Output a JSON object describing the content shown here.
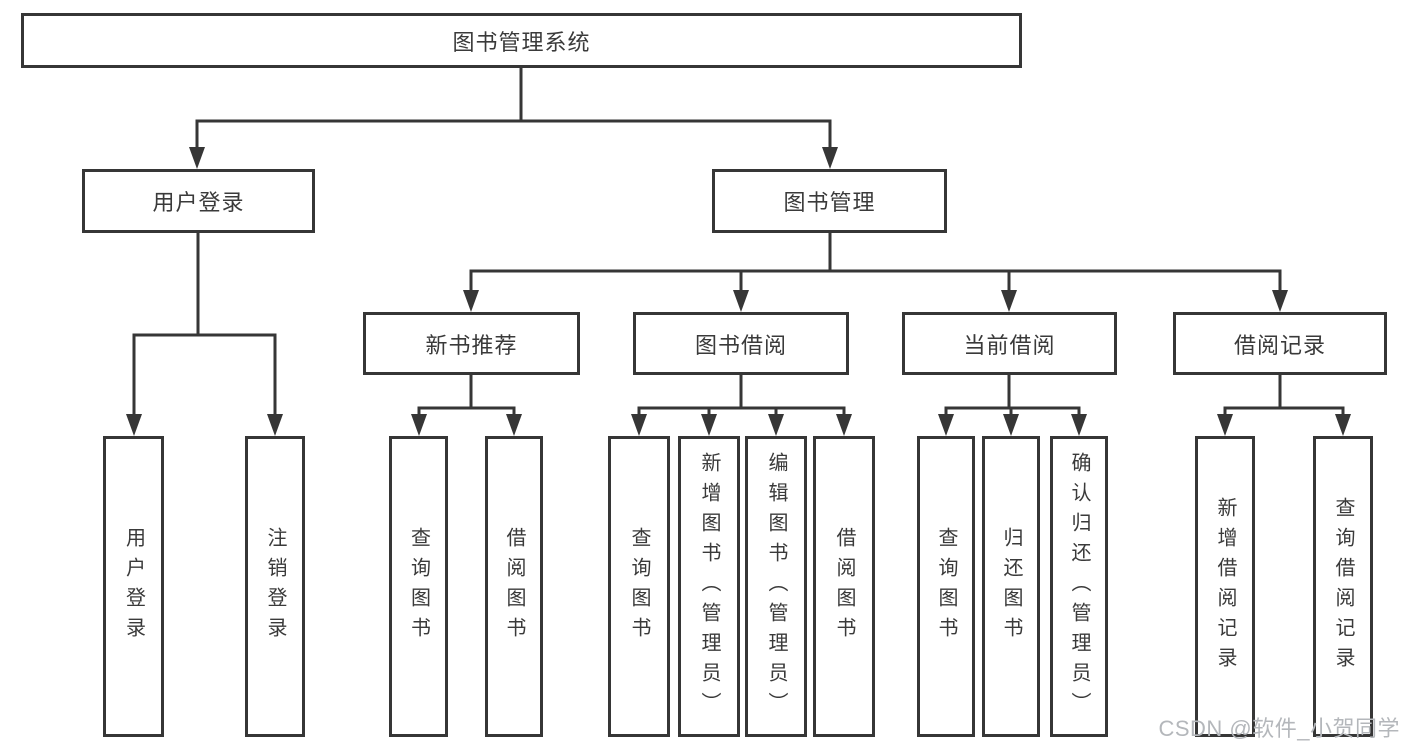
{
  "diagram": {
    "type": "function-structure-tree",
    "root": "图书管理系统",
    "level2": [
      "用户登录",
      "图书管理"
    ],
    "level3": [
      "新书推荐",
      "图书借阅",
      "当前借阅",
      "借阅记录"
    ],
    "leaves": {
      "user_login": [
        "用户登录",
        "注销登录"
      ],
      "new_book_recommend": [
        "查询图书",
        "借阅图书"
      ],
      "book_borrow": [
        "查询图书",
        "新增图书（管理员）",
        "编辑图书（管理员）",
        "借阅图书"
      ],
      "current_borrow": [
        "查询图书",
        "归还图书",
        "确认归还（管理员）"
      ],
      "borrow_records": [
        "新增借阅记录",
        "查询借阅记录"
      ]
    },
    "colors": {
      "line": "#363636",
      "text": "#3a3a3a",
      "watermark": "#b4b7bb",
      "background": "#ffffff"
    }
  },
  "watermark": "CSDN @软件_小贺同学"
}
